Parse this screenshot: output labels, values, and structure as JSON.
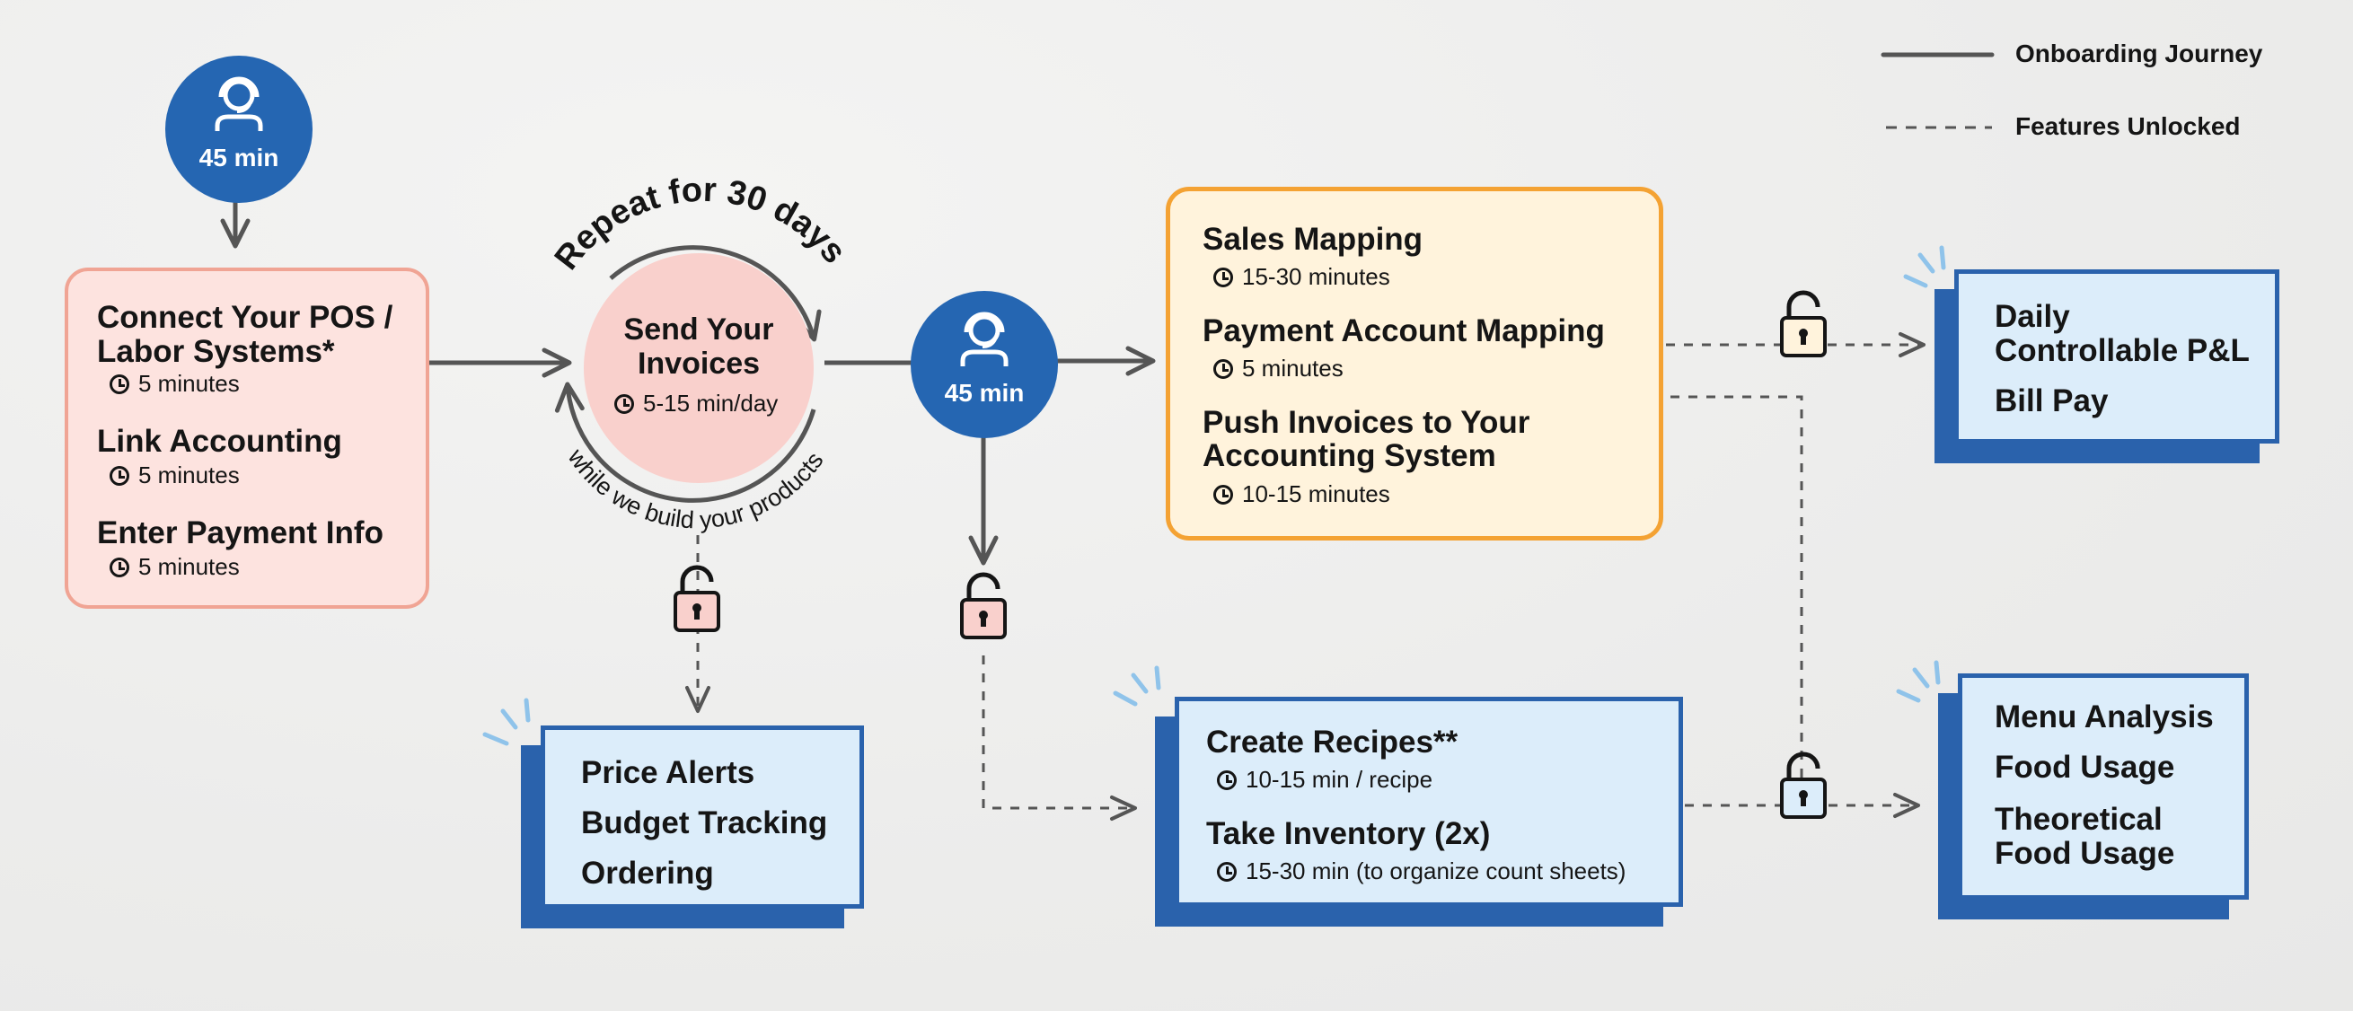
{
  "legend": {
    "journey": "Onboarding Journey",
    "features": "Features Unlocked"
  },
  "call1": {
    "time": "45 min",
    "icon": "support-agent-icon"
  },
  "call2": {
    "time": "45 min",
    "icon": "support-agent-icon"
  },
  "setup": {
    "items": [
      {
        "title_line1": "Connect Your POS /",
        "title_line2": "Labor Systems*",
        "time": "5 minutes"
      },
      {
        "title_line1": "Link Accounting",
        "time": "5 minutes"
      },
      {
        "title_line1": "Enter Payment Info",
        "time": "5 minutes"
      }
    ]
  },
  "invoices": {
    "title_line1": "Send Your",
    "title_line2": "Invoices",
    "time": "5-15 min/day",
    "arc_top": "Repeat for 30 days",
    "arc_bottom": "while we build your products"
  },
  "mapping": {
    "items": [
      {
        "title_line1": "Sales Mapping",
        "time": "15-30 minutes"
      },
      {
        "title_line1": "Payment Account Mapping",
        "time": "5 minutes"
      },
      {
        "title_line1": "Push Invoices to Your",
        "title_line2": "Accounting System",
        "time": "10-15 minutes"
      }
    ]
  },
  "recipes": {
    "items": [
      {
        "title_line1": "Create Recipes**",
        "time": "10-15 min / recipe"
      },
      {
        "title_line1": "Take Inventory (2x)",
        "time": "15-30 min (to organize count sheets)"
      }
    ]
  },
  "features_a": {
    "items": [
      "Price Alerts",
      "Budget Tracking",
      "Ordering"
    ]
  },
  "features_b": {
    "line1": "Daily",
    "line2": "Controllable P&L",
    "line3": "Bill Pay"
  },
  "features_c": {
    "line1": "Menu Analysis",
    "line2": "Food Usage",
    "line3": "Theoretical",
    "line4": "Food Usage"
  },
  "colors": {
    "blue": "#2566b2",
    "pink_fill": "#fde3df",
    "pink_border": "#f0a494",
    "orange_fill": "#fff3dc",
    "orange_border": "#f4a233",
    "feature_fill": "#dcedfa",
    "line": "#555555"
  }
}
